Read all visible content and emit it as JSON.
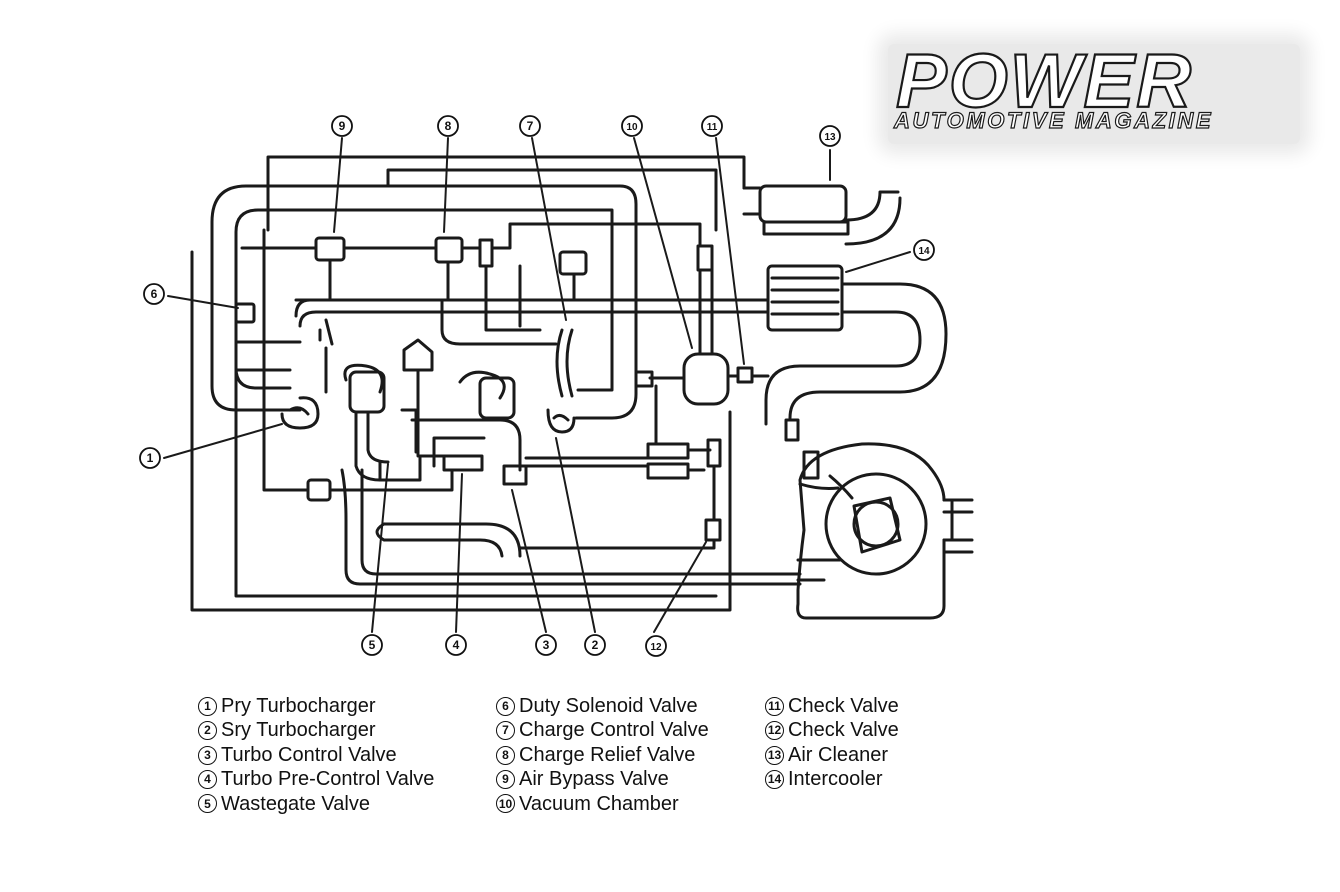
{
  "logo": {
    "title": "POWER",
    "subtitle": "AUTOMOTIVE MAGAZINE"
  },
  "callouts": [
    "1",
    "2",
    "3",
    "4",
    "5",
    "6",
    "7",
    "8",
    "9",
    "10",
    "11",
    "12",
    "13",
    "14"
  ],
  "legend": [
    {
      "num": "1",
      "label": "Pry Turbocharger"
    },
    {
      "num": "2",
      "label": "Sry Turbocharger"
    },
    {
      "num": "3",
      "label": "Turbo Control Valve"
    },
    {
      "num": "4",
      "label": "Turbo Pre-Control Valve"
    },
    {
      "num": "5",
      "label": "Wastegate Valve"
    },
    {
      "num": "6",
      "label": "Duty Solenoid Valve"
    },
    {
      "num": "7",
      "label": "Charge Control Valve"
    },
    {
      "num": "8",
      "label": "Charge Relief Valve"
    },
    {
      "num": "9",
      "label": "Air Bypass Valve"
    },
    {
      "num": "10",
      "label": "Vacuum Chamber"
    },
    {
      "num": "11",
      "label": "Check Valve"
    },
    {
      "num": "12",
      "label": "Check Valve"
    },
    {
      "num": "13",
      "label": "Air Cleaner"
    },
    {
      "num": "14",
      "label": "Intercooler"
    }
  ]
}
